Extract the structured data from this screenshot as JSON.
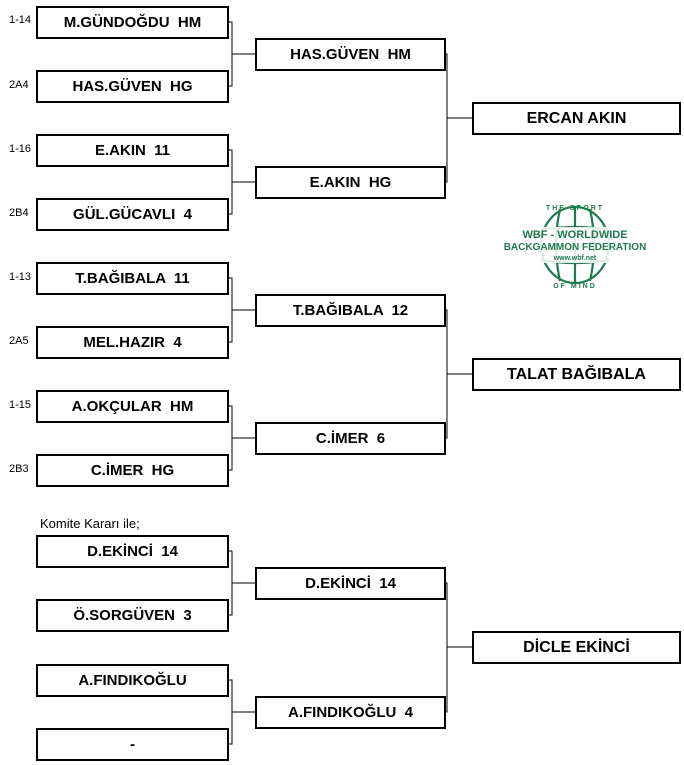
{
  "round1": [
    {
      "seed": "1-14",
      "name": "M.GÜNDOĞDU  HM"
    },
    {
      "seed": "2A4",
      "name": "HAS.GÜVEN  HG"
    },
    {
      "seed": "1-16",
      "name": "E.AKIN  11"
    },
    {
      "seed": "2B4",
      "name": "GÜL.GÜCAVLI  4"
    },
    {
      "seed": "1-13",
      "name": "T.BAĞIBALA  11"
    },
    {
      "seed": "2A5",
      "name": "MEL.HAZIR  4"
    },
    {
      "seed": "1-15",
      "name": "A.OKÇULAR  HM"
    },
    {
      "seed": "2B3",
      "name": "C.İMER  HG"
    },
    {
      "seed": "",
      "name": "D.EKİNCİ  14"
    },
    {
      "seed": "",
      "name": "Ö.SORGÜVEN  3"
    },
    {
      "seed": "",
      "name": "A.FINDIKOĞLU"
    },
    {
      "seed": "",
      "name": "-"
    }
  ],
  "round2": [
    {
      "name": "HAS.GÜVEN  HM"
    },
    {
      "name": "E.AKIN  HG"
    },
    {
      "name": "T.BAĞIBALA  12"
    },
    {
      "name": "C.İMER  6"
    },
    {
      "name": "D.EKİNCİ  14"
    },
    {
      "name": "A.FINDIKOĞLU  4"
    }
  ],
  "round3": [
    {
      "name": "ERCAN AKIN"
    },
    {
      "name": "TALAT BAĞIBALA"
    },
    {
      "name": "DİCLE EKİNCİ"
    }
  ],
  "note": "Komite Kararı ile;",
  "logo": {
    "icon": "wbf-globe-logo",
    "top_text": "THE SPORT",
    "line1": "WBF - WORLDWIDE",
    "line2": "BACKGAMMON FEDERATION",
    "url": "www.wbf.net",
    "bottom_text": "OF MIND",
    "color": "#1f7a4d"
  }
}
